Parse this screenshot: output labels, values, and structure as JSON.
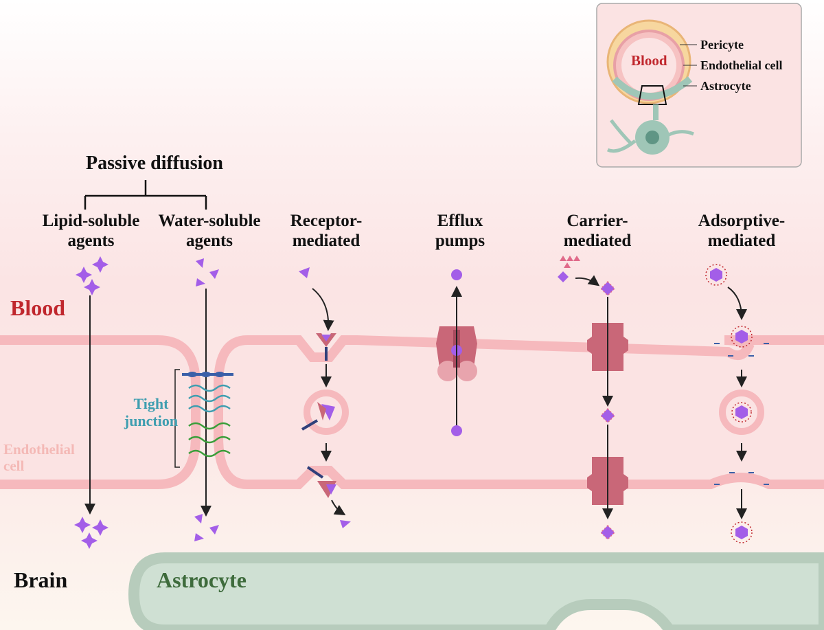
{
  "labels": {
    "passive_diffusion": "Passive diffusion",
    "lipid_1": "Lipid-soluble",
    "lipid_2": "agents",
    "water_1": "Water-soluble",
    "water_2": "agents",
    "receptor_1": "Receptor-",
    "receptor_2": "mediated",
    "efflux_1": "Efflux",
    "efflux_2": "pumps",
    "carrier_1": "Carrier-",
    "carrier_2": "mediated",
    "adsorptive_1": "Adsorptive-",
    "adsorptive_2": "mediated",
    "blood": "Blood",
    "brain": "Brain",
    "astrocyte": "Astrocyte",
    "tight_junction_1": "Tight",
    "tight_junction_2": "junction",
    "endothelial_1": "Endothelial",
    "endothelial_2": "cell"
  },
  "inset": {
    "blood": "Blood",
    "pericyte": "Pericyte",
    "endothelial_cell": "Endothelial cell",
    "astrocyte": "Astrocyte"
  },
  "colors": {
    "blood_red": "#c0272d",
    "membrane_pink": "#f6b9bd",
    "tight_junction_teal": "#3f9eb0",
    "astrocyte_green": "#3e6b3c",
    "astrocyte_fill": "#cfe0d3",
    "drug_purple": "#a35ee8",
    "pump_rose": "#c96778",
    "endothelial_label": "#f4b9b6"
  }
}
